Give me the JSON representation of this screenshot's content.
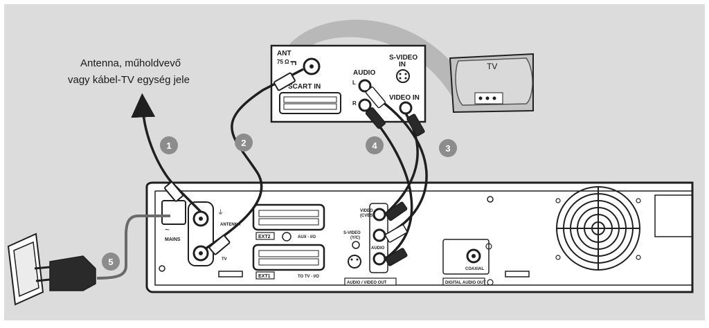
{
  "caption": {
    "line1": "Antenna, műholdvevő",
    "line2": "vagy kábel-TV egység jele"
  },
  "tv": {
    "label": "TV",
    "panel": {
      "ant_label": "ANT",
      "ant_ohm": "75 Ω ┯┓",
      "scart_in": "SCART IN",
      "audio": "AUDIO",
      "audio_l": "L",
      "audio_r": "R",
      "svideo_line1": "S-VIDEO",
      "svideo_line2": "IN",
      "video_in": "VIDEO IN"
    }
  },
  "recorder": {
    "mains": "MAINS",
    "antenna": "ANTENNA",
    "tv_out": "TV",
    "ext2": "EXT2",
    "aux_io": "AUX - I/O",
    "ext1": "EXT1",
    "to_tv_io": "TO TV - I/O",
    "svideo_line1": "S-VIDEO",
    "svideo_line2": "(Y/C)",
    "video_line1": "VIDEO",
    "video_line2": "(CVBS)",
    "audio": "AUDIO",
    "av_out": "AUDIO / VIDEO OUT",
    "coaxial": "COAXIAL",
    "digital_audio_out": "DIGITAL AUDIO OUT"
  },
  "steps": [
    "1",
    "2",
    "3",
    "4",
    "5"
  ],
  "colors": {
    "background": "#dcdcdc",
    "panel": "#ffffff",
    "badge": "#8c8c8c",
    "cable": "#1f1f1f",
    "tv_body": "#c4c4c4"
  }
}
